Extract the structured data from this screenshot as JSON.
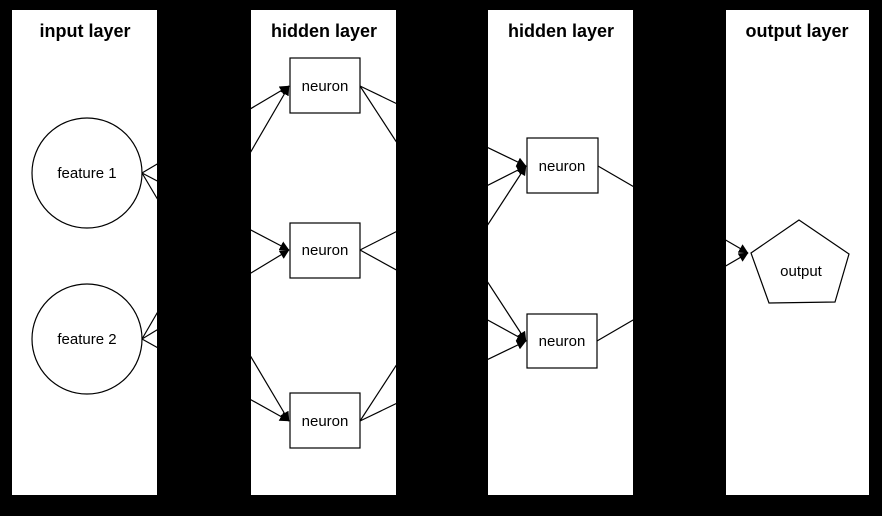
{
  "colors": {
    "background": "#000000",
    "panel": "#ffffff",
    "stroke": "#000000",
    "text": "#000000"
  },
  "layers": [
    {
      "title": "input layer",
      "nodes": [
        {
          "label": "feature 1",
          "shape": "circle"
        },
        {
          "label": "feature 2",
          "shape": "circle"
        }
      ]
    },
    {
      "title": "hidden layer",
      "nodes": [
        {
          "label": "neuron",
          "shape": "rect"
        },
        {
          "label": "neuron",
          "shape": "rect"
        },
        {
          "label": "neuron",
          "shape": "rect"
        }
      ]
    },
    {
      "title": "hidden layer",
      "nodes": [
        {
          "label": "neuron",
          "shape": "rect"
        },
        {
          "label": "neuron",
          "shape": "rect"
        }
      ]
    },
    {
      "title": "output layer",
      "nodes": [
        {
          "label": "output",
          "shape": "pentagon"
        }
      ]
    }
  ],
  "edges": [
    {
      "from": "input.feature 1",
      "to": "hidden1.neuron 1"
    },
    {
      "from": "input.feature 1",
      "to": "hidden1.neuron 2"
    },
    {
      "from": "input.feature 1",
      "to": "hidden1.neuron 3"
    },
    {
      "from": "input.feature 2",
      "to": "hidden1.neuron 1"
    },
    {
      "from": "input.feature 2",
      "to": "hidden1.neuron 2"
    },
    {
      "from": "input.feature 2",
      "to": "hidden1.neuron 3"
    },
    {
      "from": "hidden1.neuron 1",
      "to": "hidden2.neuron 1"
    },
    {
      "from": "hidden1.neuron 1",
      "to": "hidden2.neuron 2"
    },
    {
      "from": "hidden1.neuron 2",
      "to": "hidden2.neuron 1"
    },
    {
      "from": "hidden1.neuron 2",
      "to": "hidden2.neuron 2"
    },
    {
      "from": "hidden1.neuron 3",
      "to": "hidden2.neuron 1"
    },
    {
      "from": "hidden1.neuron 3",
      "to": "hidden2.neuron 2"
    },
    {
      "from": "hidden2.neuron 1",
      "to": "output.output"
    },
    {
      "from": "hidden2.neuron 2",
      "to": "output.output"
    }
  ]
}
